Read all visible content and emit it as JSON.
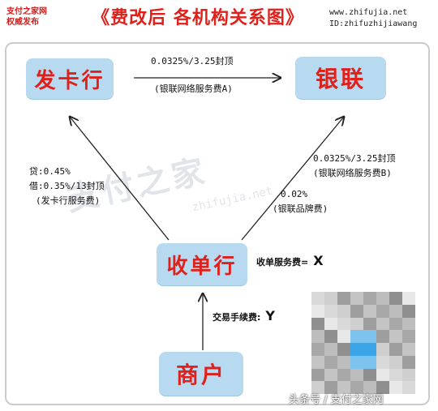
{
  "header": {
    "brand_line1": "支付之家网",
    "brand_line2": "权威发布",
    "title": "《费改后 各机构关系图》",
    "site_url": "www.zhifujia.net",
    "site_id": "ID:zhifuzhijiawang"
  },
  "nodes": {
    "issuer": "发卡行",
    "unionpay": "银联",
    "acquirer": "收单行",
    "merchant": "商户"
  },
  "edges": {
    "issuer_to_unionpay": {
      "rate": "0.0325%/3.25封顶",
      "note": "(银联网络服务费A)"
    },
    "acquirer_to_issuer": {
      "line1": "贷:0.45%",
      "line2": "借:0.35%/13封顶",
      "note": "(发卡行服务费)"
    },
    "acquirer_to_unionpay": {
      "rate1": "0.0325%/3.25封顶",
      "note1": "(银联网络服务费B)",
      "rate2": "0.02%",
      "note2": "(银联品牌费)"
    },
    "acquirer_fee": {
      "label": "收单服务费=",
      "value": "X"
    },
    "merchant_fee": {
      "label": "交易手续费:",
      "value": "Y"
    }
  },
  "watermark": {
    "text": "支付之家",
    "sub": "zhifujia.net"
  },
  "footer": "头条号 / 支付之家网",
  "colors": {
    "node_bg": "#b8daf0",
    "node_text": "#e0201a",
    "title": "#e0201a",
    "arrow": "#222222"
  }
}
